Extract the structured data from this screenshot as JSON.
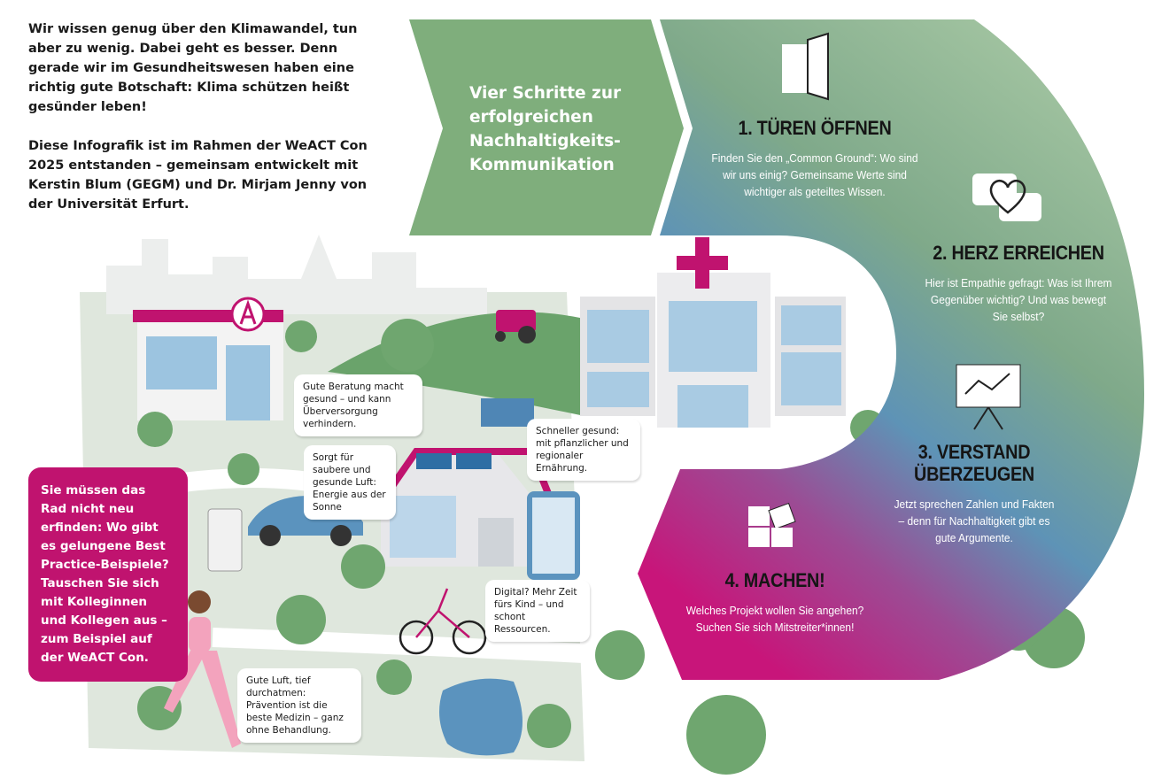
{
  "intro": {
    "paragraph1": "Wir wissen genug über den Klimawandel, tun aber zu wenig. Dabei geht es besser. Denn gerade wir im Gesundheitswesen haben eine richtig gute Botschaft: Klima schützen heißt gesünder leben!",
    "paragraph2": "Diese Infografik ist im Rahmen der WeACT Con 2025 entstanden – gemeinsam entwickelt mit Kerstin Blum (GEGM) und Dr. Mirjam Jenny von der Universität Erfurt."
  },
  "title": "Vier Schritte zur erfolgreichen Nachhaltigkeits-Kommunikation",
  "steps": [
    {
      "heading": "1. TÜREN ÖFFNEN",
      "text": "Finden Sie den „Common Ground“: Wo sind wir uns einig? Gemeinsame Werte sind wichtiger als geteiltes Wissen.",
      "icon": "door-icon"
    },
    {
      "heading": "2. HERZ ERREICHEN",
      "text": "Hier ist Empathie gefragt: Was ist Ihrem Gegenüber wichtig? Und was bewegt Sie selbst?",
      "icon": "heart-speech-icon"
    },
    {
      "heading": "3. VERSTAND ÜBERZEUGEN",
      "text": "Jetzt sprechen Zahlen und Fakten – denn für Nachhaltigkeit gibt es gute Argumente.",
      "icon": "chart-easel-icon"
    },
    {
      "heading": "4. MACHEN!",
      "text": "Welches Projekt wollen Sie angehen? Suchen Sie sich Mitstreiter*innen!",
      "icon": "puzzle-icon"
    }
  ],
  "callout": "Sie müssen das Rad nicht neu erfinden: Wo gibt es gelungene Best Practice-Beispiele? Tauschen Sie sich mit Kolleginnen und Kollegen aus – zum Beispiel auf der WeACT Con.",
  "bubbles": {
    "pharmacy": "Gute Beratung macht gesund – und kann Überversorgung verhindern.",
    "food": "Schneller gesund: mit pflanzlicher und regionaler Ernährung.",
    "solar": "Sorgt für saubere und gesunde Luft: Energie aus der Sonne",
    "digital": "Digital? Mehr Zeit fürs Kind – und schont Ressourcen.",
    "air": "Gute Luft, tief durchatmen: Prävention ist die beste Medizin – ganz ohne Behandlung."
  },
  "colors": {
    "green": "#7fae7c",
    "magenta": "#c0136f",
    "blue": "#5b93be"
  }
}
